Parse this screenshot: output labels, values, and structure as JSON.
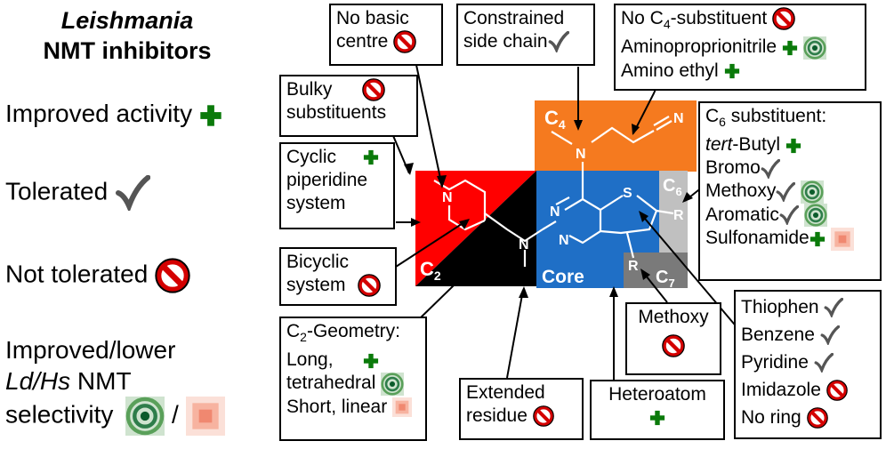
{
  "legend": {
    "title_line1": "Leishmania",
    "title_line2": "NMT inhibitors",
    "improved": "Improved activity",
    "tolerated": "Tolerated",
    "not_tolerated": "Not tolerated",
    "selectivity_line1": "Improved/lower",
    "selectivity_line2_italic": "Ld/Hs",
    "selectivity_line2_rest": " NMT",
    "selectivity_line3": "selectivity",
    "slash": "/"
  },
  "boxes": {
    "no_basic_1": "No basic",
    "no_basic_2": "centre",
    "constrained_1": "Constrained",
    "constrained_2": "side chain",
    "c4_no_pre": "No C",
    "c4_no_sub": "4",
    "c4_no_post": "-substituent",
    "c4_amino_nitrile": "Aminoproprionitrile",
    "c4_amino_ethyl": "Amino ethyl",
    "bulky_1": "Bulky",
    "bulky_2": "substituents",
    "cyclic_1": "Cyclic",
    "cyclic_2": "piperidine",
    "cyclic_3": "system",
    "bicyclic_1": "Bicyclic",
    "bicyclic_2": "system",
    "c6_pre": "C",
    "c6_sub": "6",
    "c6_post": " substituent:",
    "c6_tert": "tert",
    "c6_butyl": "-Butyl",
    "c6_bromo": "Bromo",
    "c6_methoxy": "Methoxy",
    "c6_aromatic": "Aromatic",
    "c6_sulfonamide": "Sulfonamide",
    "c2_pre": "C",
    "c2_sub": "2",
    "c2_post": "-Geometry:",
    "c2_long_1": "Long,",
    "c2_long_2": "tetrahedral",
    "c2_short": "Short, linear",
    "extended_1": "Extended",
    "extended_2": "residue",
    "methoxy": "Methoxy",
    "heteroatom": "Heteroatom",
    "ring_thiophen": "Thiophen",
    "ring_benzene": "Benzene",
    "ring_pyridine": "Pyridine",
    "ring_imidazole": "Imidazole",
    "ring_none": "No ring"
  },
  "regions": {
    "c4": "C",
    "c4_sub": "4",
    "c6": "C",
    "c6_sub": "6",
    "c2": "C",
    "c2_sub": "2",
    "core": "Core",
    "c7": "C",
    "c7_sub": "7"
  },
  "atoms": {
    "N": "N",
    "S": "S",
    "R": "R"
  },
  "colors": {
    "plus": "#0a7a0a",
    "check": "#555555",
    "no_red": "#d40000",
    "c4_orange": "#f57a1f",
    "c2_red": "#ff0000",
    "c2_black": "#000000",
    "core_blue": "#1f6fc6",
    "c6_grey": "#c0c0c0",
    "c7_grey": "#7a7a7a",
    "improved_selectivity": "#2e8b57",
    "lower_selectivity": "#f4a090"
  },
  "icons": [
    "plus-icon",
    "check-icon",
    "no-icon",
    "target-icon",
    "pixel-blob-icon"
  ]
}
